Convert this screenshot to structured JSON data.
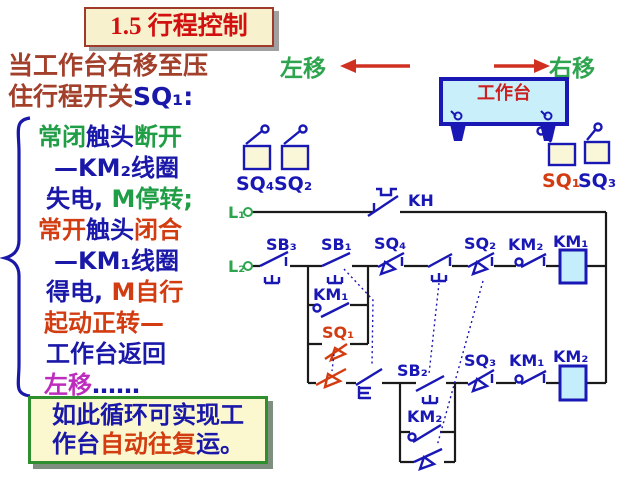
{
  "title": {
    "text": "1.5 行程控制"
  },
  "intro": {
    "line1": "当工作台右移至压",
    "line2a": "住行程开关",
    "line2b": "SQ₁:"
  },
  "brace": "{",
  "notes": {
    "lines": [
      {
        "segs": [
          {
            "t": "常闭",
            "c": "green"
          },
          {
            "t": "触头",
            "c": "blue"
          },
          {
            "t": "断开",
            "c": "green"
          }
        ]
      },
      {
        "segs": [
          {
            "t": "—KM₂线圈",
            "c": "blue"
          }
        ]
      },
      {
        "segs": [
          {
            "t": "失电, ",
            "c": "blue"
          },
          {
            "t": "M停转;",
            "c": "green"
          }
        ]
      },
      {
        "segs": [
          {
            "t": "常开",
            "c": "red"
          },
          {
            "t": "触头",
            "c": "blue"
          },
          {
            "t": "闭合",
            "c": "red"
          }
        ]
      },
      {
        "segs": [
          {
            "t": "—KM₁线圈",
            "c": "blue"
          }
        ]
      },
      {
        "segs": [
          {
            "t": "得电, ",
            "c": "blue"
          },
          {
            "t": "M自行",
            "c": "red"
          }
        ]
      },
      {
        "segs": [
          {
            "t": "起动正转—",
            "c": "red"
          }
        ]
      },
      {
        "segs": [
          {
            "t": "工作台返回",
            "c": "blue"
          }
        ]
      },
      {
        "segs": [
          {
            "t": "左移",
            "c": "magenta"
          },
          {
            "t": "……",
            "c": "blue"
          }
        ]
      }
    ]
  },
  "conclusion": {
    "lines": [
      {
        "segs": [
          {
            "t": "如此循环可实现工",
            "c": "blue"
          }
        ]
      },
      {
        "segs": [
          {
            "t": "作台",
            "c": "blue"
          },
          {
            "t": "自动往复",
            "c": "red"
          },
          {
            "t": "运。",
            "c": "blue"
          }
        ]
      }
    ]
  },
  "motion": {
    "left_label": "左移",
    "right_label": "右移"
  },
  "worktable": {
    "label": "工作台"
  },
  "switches": {
    "sq4": "SQ₄",
    "sq2": "SQ₂",
    "sq1": "SQ₁",
    "sq3": "SQ₃"
  },
  "circuit": {
    "terminals": {
      "l1": "L₁",
      "l2": "L₂"
    },
    "labels": {
      "kh": "KH",
      "sb3": "SB₃",
      "sb1": "SB₁",
      "km1_aux": "KM₁",
      "sq1_no": "SQ₁",
      "sq4": "SQ₄",
      "sq2_nc": "SQ₂",
      "km2_nc": "KM₂",
      "km1_coil": "KM₁",
      "sb2": "SB₂",
      "km2_aux": "KM₂",
      "sq3": "SQ₃",
      "km1_nc": "KM₁",
      "km2_coil": "KM₂"
    }
  },
  "colors": {
    "circuit_blue": "#1a18b4",
    "wire_black": "#1a1a1a",
    "highlight_red": "#d23c10",
    "green_label": "#2fa44f",
    "title_red": "#d21010",
    "maroon_text": "#a2402c",
    "magenta_text": "#bd2cbd",
    "panel_cream": "#f7f2cd",
    "light_cyan": "#c9f0fa"
  }
}
